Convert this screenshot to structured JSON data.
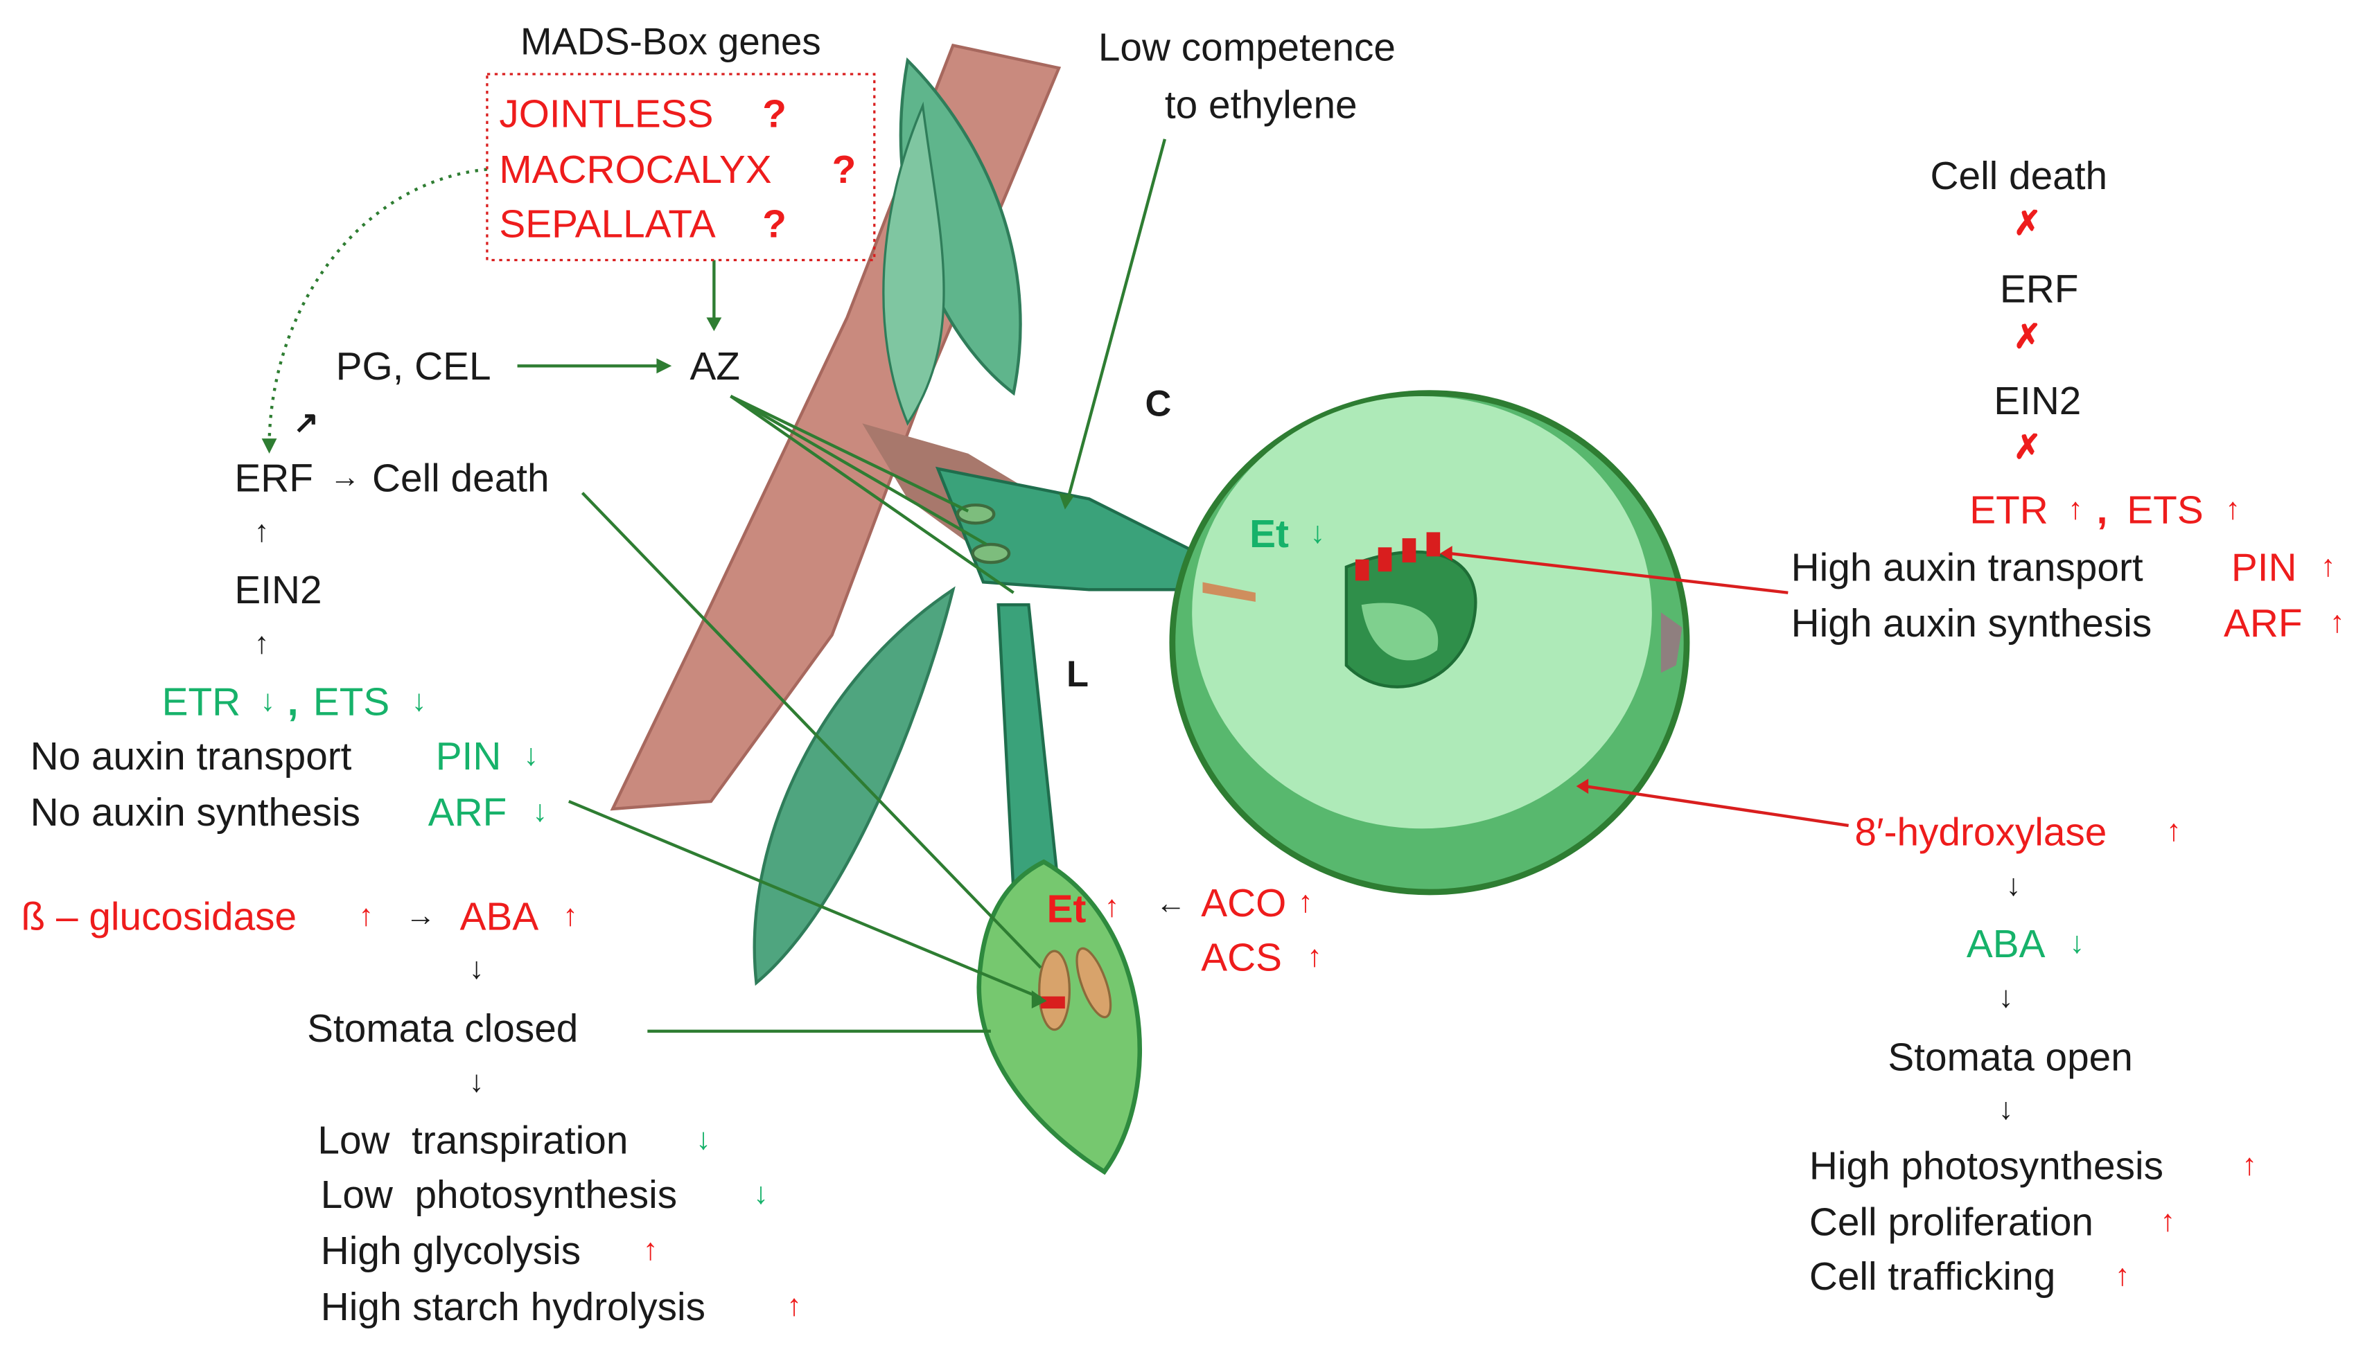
{
  "mads": {
    "heading": "MADS-Box genes",
    "genes": [
      "JOINTLESS",
      "MACROCALYX",
      "SEPALLATA"
    ],
    "qmark": "?"
  },
  "center": {
    "competence_line1": "Low competence",
    "competence_line2": "to ethylene",
    "pg_cel": "PG, CEL",
    "az": "AZ",
    "label_c": "C",
    "label_l": "L",
    "et_fruit": "Et",
    "et_leaf": "Et",
    "aco": "ACO",
    "acs": "ACS"
  },
  "left": {
    "erf": "ERF",
    "cell_death": "Cell death",
    "ein2": "EIN2",
    "etr": "ETR",
    "ets": "ETS",
    "comma": ",",
    "no_auxin_transport": "No auxin transport",
    "pin": "PIN",
    "no_auxin_synthesis": "No auxin synthesis",
    "arf": "ARF",
    "glucosidase": "ß – glucosidase",
    "aba": "ABA",
    "stomata_closed": "Stomata closed",
    "low_transpiration": "Low  transpiration",
    "low_photosynthesis": "Low  photosynthesis",
    "high_glycolysis": "High glycolysis",
    "high_starch": "High starch hydrolysis"
  },
  "right": {
    "cell_death": "Cell death",
    "erf": "ERF",
    "ein2": "EIN2",
    "etr": "ETR",
    "ets": "ETS",
    "comma": ",",
    "high_auxin_transport": "High auxin transport",
    "pin": "PIN",
    "high_auxin_synthesis": "High auxin synthesis",
    "arf": "ARF",
    "hydroxylase": "8′-hydroxylase",
    "aba": "ABA",
    "stomata_open": "Stomata open",
    "high_photosynthesis": "High photosynthesis",
    "cell_proliferation": "Cell proliferation",
    "cell_trafficking": "Cell trafficking"
  },
  "symbols": {
    "up": "↑",
    "down": "↓",
    "right": "→",
    "left": "←",
    "diag": "↗",
    "blocked": "✗"
  },
  "colors": {
    "red": "#ee1c1c",
    "green_text": "#16b26a",
    "dark_green_line": "#2e7d32",
    "branch": "#c98a7e",
    "fruit": "#9fe0a8"
  }
}
